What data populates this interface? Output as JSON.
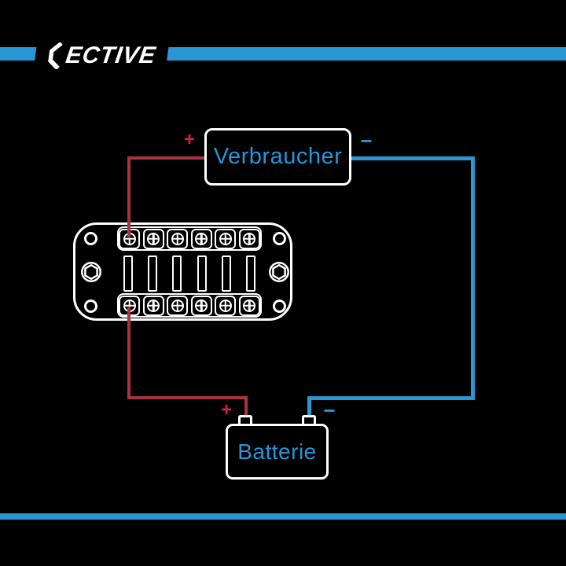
{
  "brand": {
    "name": "ECTIVE"
  },
  "colors": {
    "accent_blue": "#2a97d4",
    "text_blue": "#2496da",
    "wire_red": "#a93342",
    "label_red": "#d22636",
    "outline": "#ffffff",
    "background": "#000000"
  },
  "consumer": {
    "label": "Verbraucher",
    "plus": "+",
    "minus": "−"
  },
  "battery": {
    "label": "Batterie",
    "plus": "+",
    "minus": "−"
  },
  "fuse_block": {
    "fuses": 6,
    "terminals_top": 6,
    "terminals_bottom": 6
  }
}
